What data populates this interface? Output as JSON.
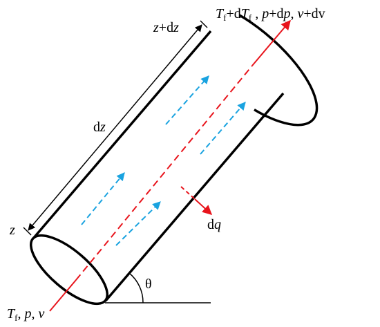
{
  "labels": {
    "outlet": {
      "T": "T",
      "sub_f": "f",
      "plus_d": "+d",
      "T2": "T",
      "sub_f2": "f",
      "sep1": " , ",
      "p": "p",
      "plus_dp": "+d",
      "p2": "p",
      "sep2": ", ",
      "v": "v",
      "plus_dv": "+dv"
    },
    "inlet": {
      "T": "T",
      "sub_f": "f",
      "sep1": ", ",
      "p": "p",
      "sep2": ", ",
      "v": "v"
    },
    "z_top": {
      "z": "z",
      "plus": "+d",
      "z2": "z"
    },
    "dz": {
      "d": "d",
      "z": "z"
    },
    "z_bottom": "z",
    "dq": {
      "d": "d",
      "q": "q"
    },
    "theta": "θ"
  },
  "colors": {
    "outline": "#000000",
    "axis": "#e8141c",
    "flow": "#1aa3e0",
    "heat": "#e8141c"
  }
}
